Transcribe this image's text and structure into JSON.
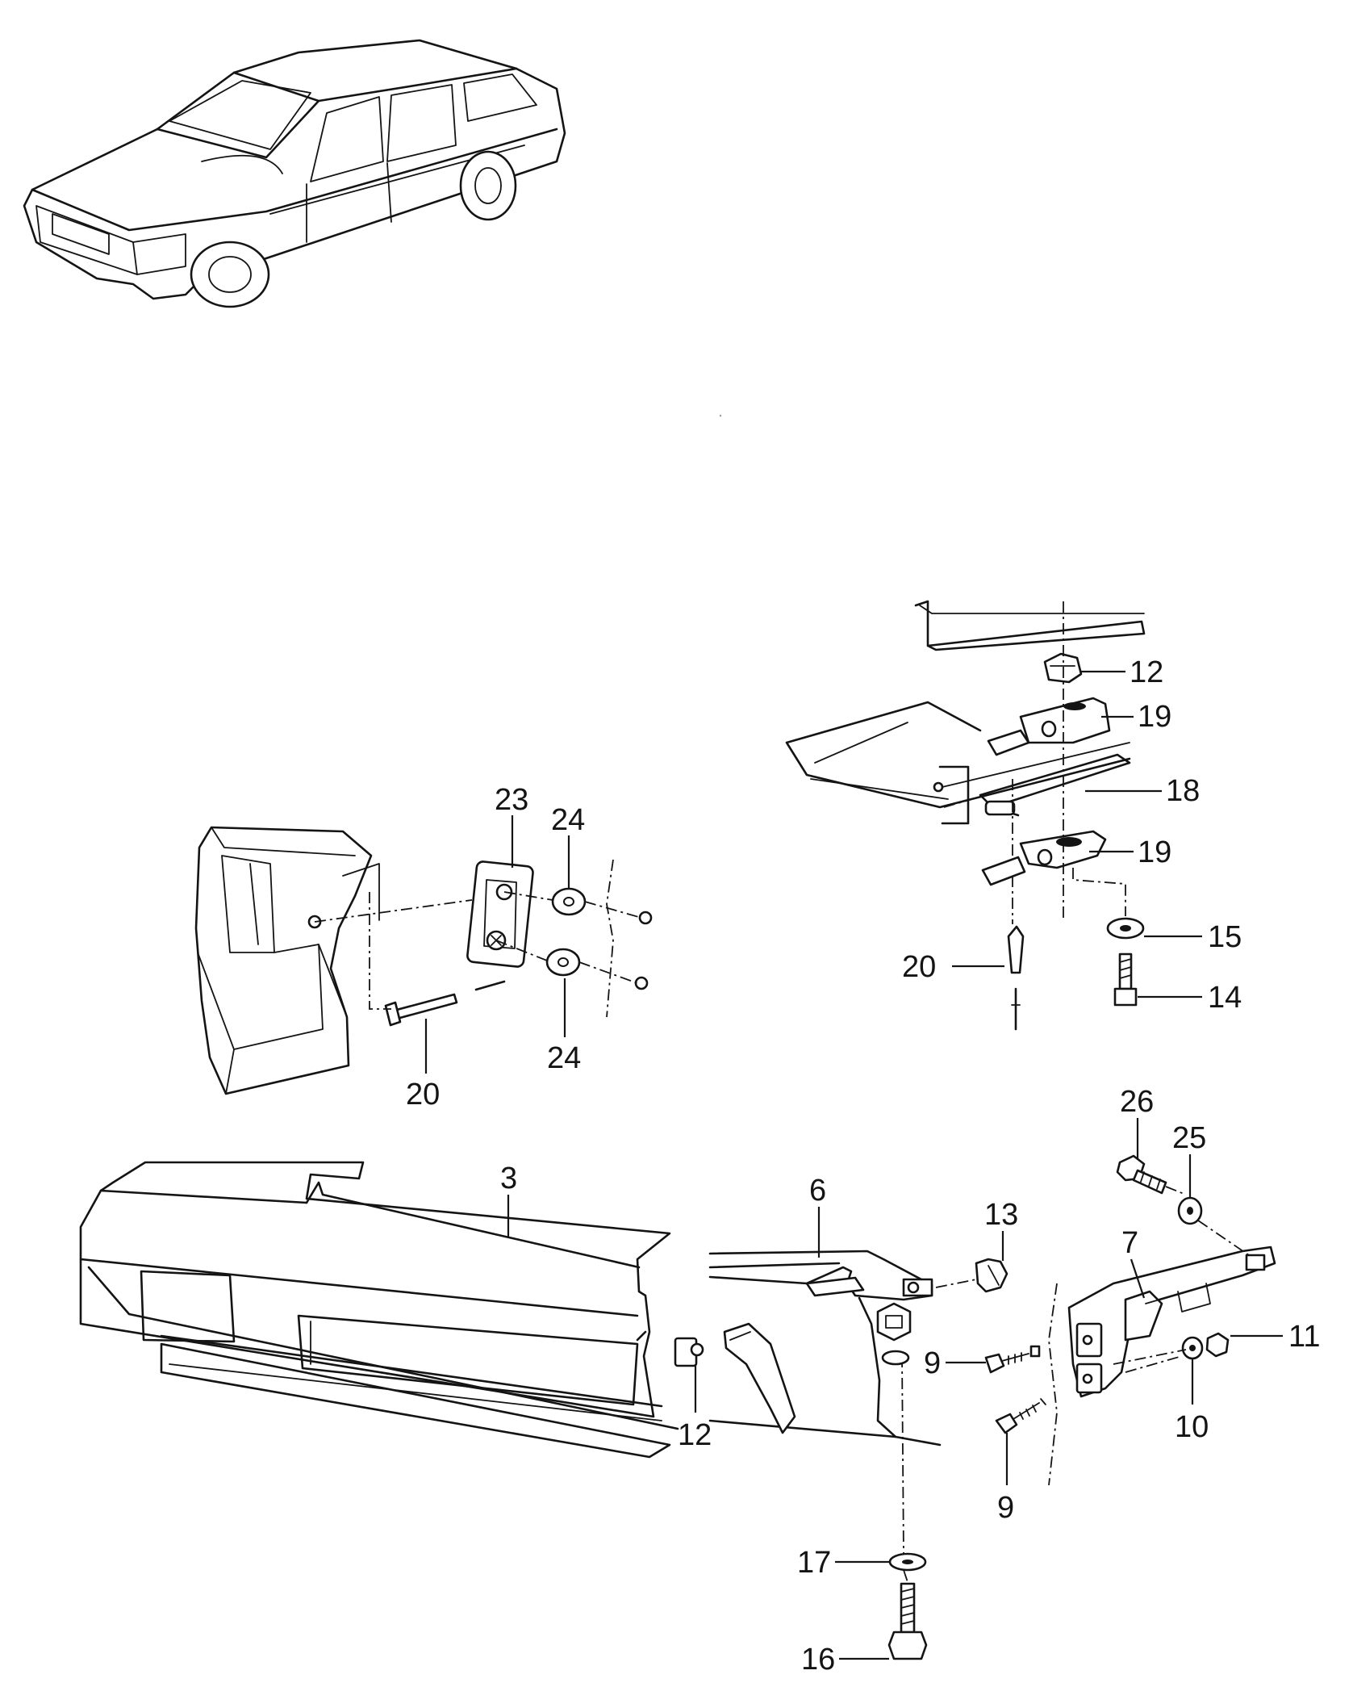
{
  "callouts": {
    "c3": "3",
    "c6": "6",
    "c7": "7",
    "c9a": "9",
    "c9b": "9",
    "c10": "10",
    "c11": "11",
    "c12a": "12",
    "c12b": "12",
    "c13": "13",
    "c14": "14",
    "c15": "15",
    "c16": "16",
    "c17": "17",
    "c18": "18",
    "c19a": "19",
    "c19b": "19",
    "c20a": "20",
    "c20b": "20",
    "c23": "23",
    "c24a": "24",
    "c24b": "24",
    "c25": "25",
    "c26": "26"
  }
}
